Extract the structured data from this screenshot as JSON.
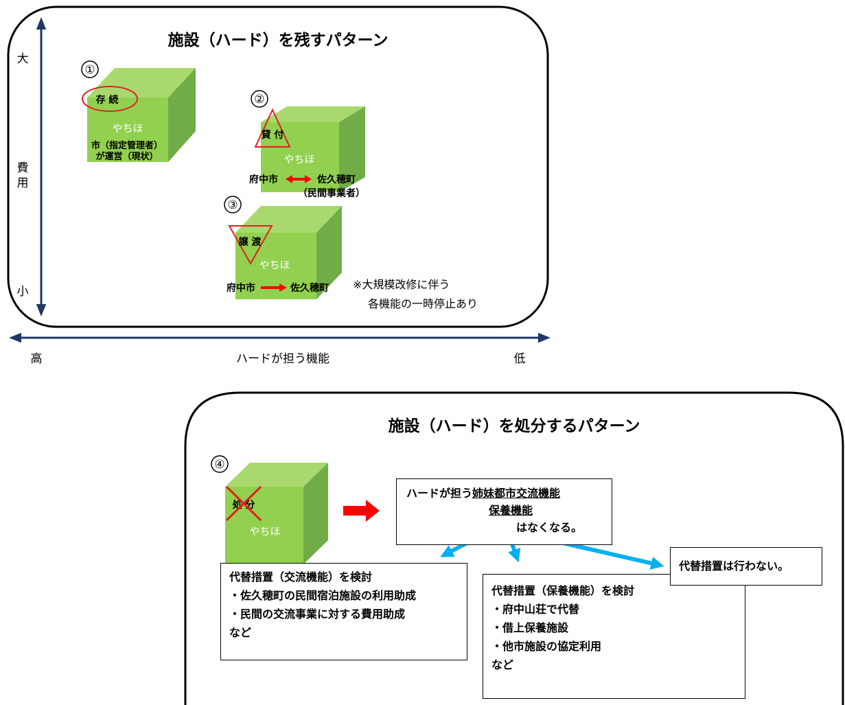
{
  "top_panel": {
    "title": "施設（ハード）を残すパターン",
    "y_axis": {
      "top": "大",
      "label_line1": "費",
      "label_line2": "用",
      "bottom": "小"
    },
    "x_axis": {
      "left": "高",
      "label": "ハードが担う機能",
      "right": "低"
    },
    "note_line1": "※大規模改修に伴う",
    "note_line2": "各機能の一時停止あり",
    "options": [
      {
        "number": "①",
        "tag": "存 続",
        "name": "やちほ",
        "caption_line1": "市（指定管理者）",
        "caption_line2": "が運営（現状）"
      },
      {
        "number": "②",
        "tag": "貸 付",
        "name": "やちほ",
        "flow_from": "府中市",
        "flow_to": "佐久穂町",
        "flow_sub": "（民間事業者）"
      },
      {
        "number": "③",
        "tag": "譲 渡",
        "name": "やちほ",
        "flow_from": "府中市",
        "flow_to": "佐久穂町"
      }
    ]
  },
  "bottom_panel": {
    "title": "施設（ハード）を処分するパターン",
    "option": {
      "number": "④",
      "tag": "処 分",
      "name": "やちほ"
    },
    "result": {
      "prefix": "ハードが担う",
      "function1": "姉妹都市交流機能",
      "function2": "保養機能",
      "suffix": "はなくなる。"
    },
    "alt_exchange": {
      "title": "代替措置（交流機能）を検討",
      "items": [
        "・佐久穂町の民間宿泊施設の利用助成",
        "・民間の交流事業に対する費用助成"
      ],
      "etc": "など"
    },
    "alt_recreation": {
      "title": "代替措置（保養機能）を検討",
      "items": [
        "・府中山荘で代替",
        "・借上保養施設",
        "・他市施設の協定利用"
      ],
      "etc": "など"
    },
    "no_alt": "代替措置は行わない。"
  },
  "colors": {
    "cube_front": "#92d050",
    "cube_top": "#a9d96e",
    "cube_side": "#70ad47",
    "arrow_red": "#ff0000",
    "arrow_blue": "#00b0f0",
    "axis": "#1f3864"
  }
}
